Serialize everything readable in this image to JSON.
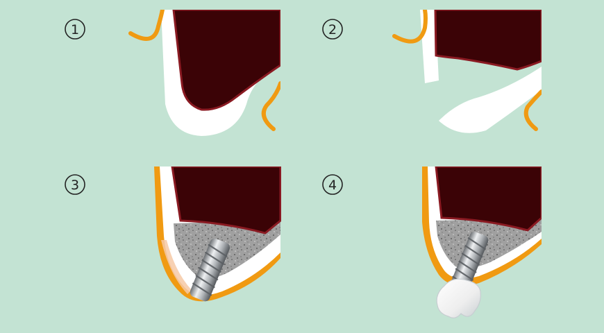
{
  "steps": [
    {
      "number": "1"
    },
    {
      "number": "2"
    },
    {
      "number": "3"
    },
    {
      "number": "4"
    }
  ],
  "colors": {
    "background": "#c3e3d3",
    "sinus": "#3b0306",
    "sinus_border": "#8a1a22",
    "gingiva": "#f09a12",
    "bone": "#ffffff",
    "bone_graft": "#9a9a9a",
    "implant": "#b8bcc0",
    "crown": "#f4f4f4"
  },
  "icons": {
    "implant": "dental-implant-screw-icon",
    "crown": "dental-crown-icon"
  }
}
